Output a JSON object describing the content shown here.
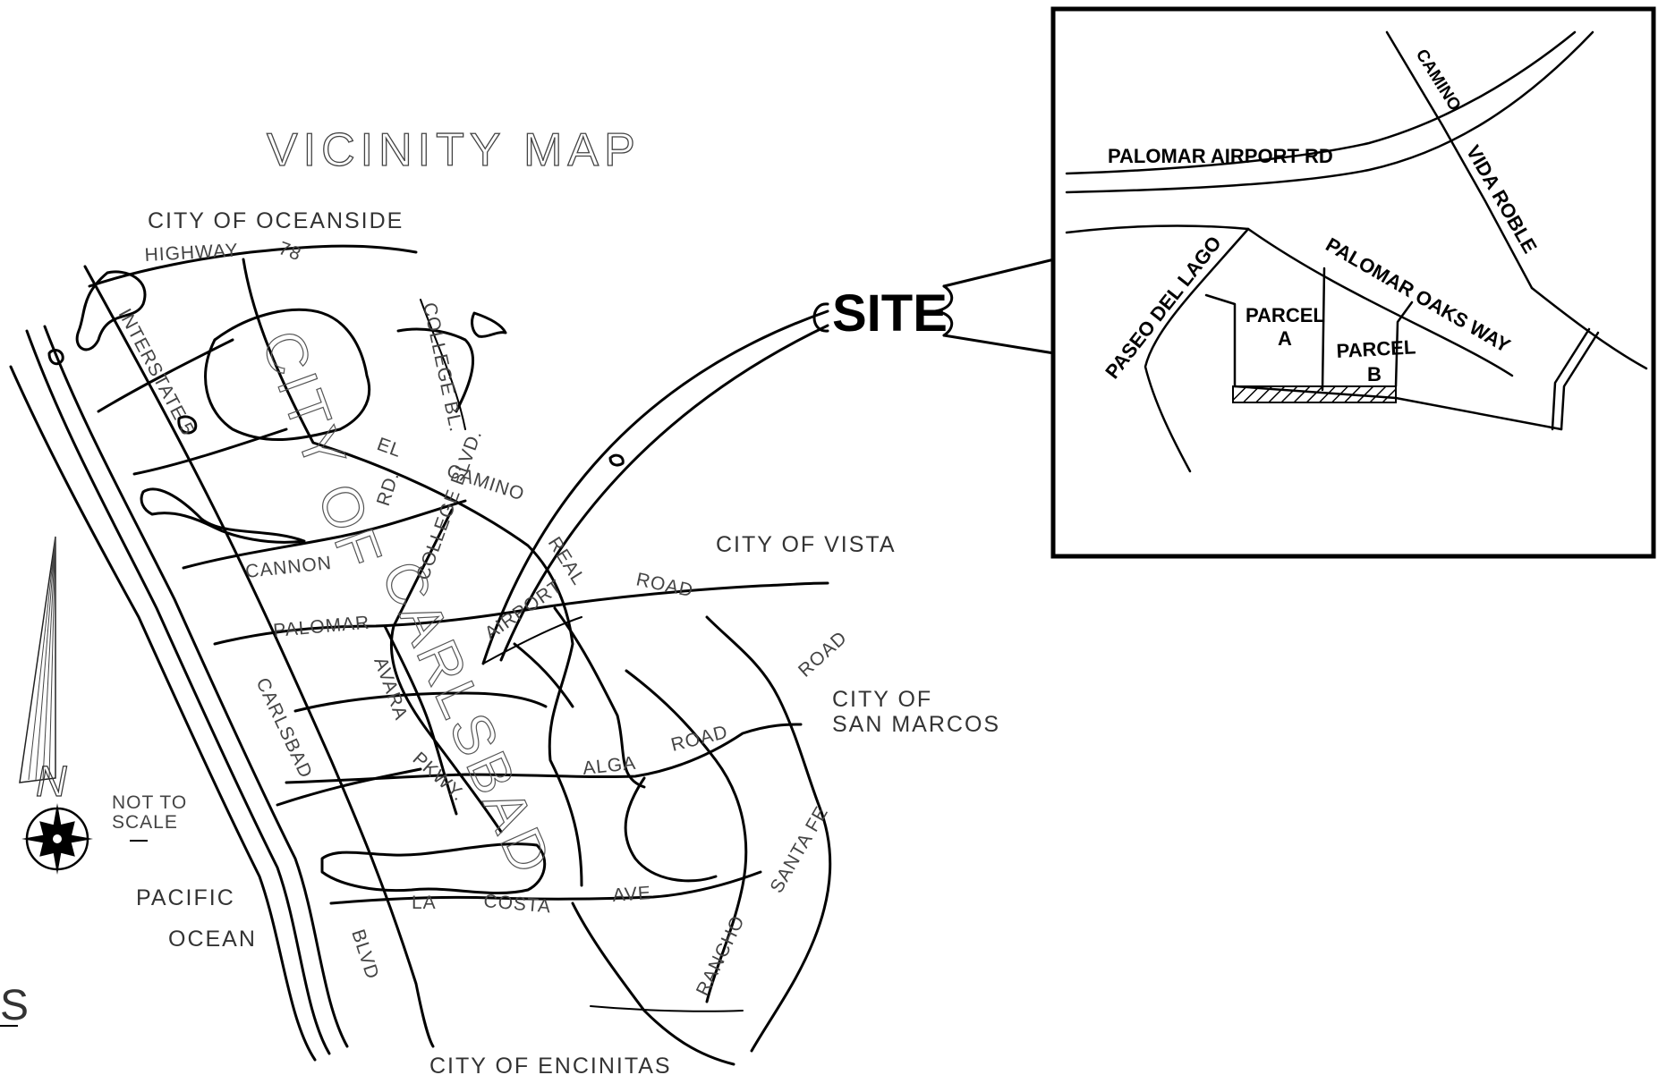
{
  "title": "VICINITY MAP",
  "labels": {
    "oceanside": "CITY OF OCEANSIDE",
    "highway": "HIGHWAY",
    "highway_num": "78",
    "interstate": "INTERSTATE 5",
    "college_bl": "COLLEGE BL.",
    "el": "EL",
    "camino": "CAMINO",
    "real": "REAL",
    "rd": "RD.",
    "cannon": "CANNON",
    "college_blvd": "COLLEGE BLVD.",
    "palomar": "PALOMAR",
    "airport": "AIRPORT",
    "road": "ROAD",
    "avara": "AVARA",
    "pkwy": "PKWY.",
    "alga": "ALGA",
    "carlsbad_blvd_a": "CARLSBAD",
    "carlsbad_blvd_b": "BLVD",
    "la_costa_a": "LA",
    "la_costa_b": "COSTA",
    "ave": "AVE",
    "rancho": "RANCHO",
    "santa_fe": "SANTA FE",
    "vista": "CITY OF VISTA",
    "san_marcos_1": "CITY OF",
    "san_marcos_2": "SAN MARCOS",
    "encinitas": "CITY OF ENCINITAS",
    "pacific": "PACIFIC",
    "ocean": "OCEAN",
    "not_to": "NOT TO",
    "scale": "SCALE",
    "north": "N",
    "city_of": "CITY OF",
    "carlsbad": "CARLSBAD",
    "edge_char": "S",
    "site": "SITE"
  },
  "inset": {
    "palomar_airport_rd": "PALOMAR AIRPORT RD",
    "camino": "CAMINO",
    "vida_roble": "VIDA ROBLE",
    "palomar_oaks_way": "PALOMAR OAKS WAY",
    "paseo_del_lago": "PASEO DEL LAGO",
    "parcel_a_1": "PARCEL",
    "parcel_a_2": "A",
    "parcel_b_1": "PARCEL",
    "parcel_b_2": "B"
  }
}
